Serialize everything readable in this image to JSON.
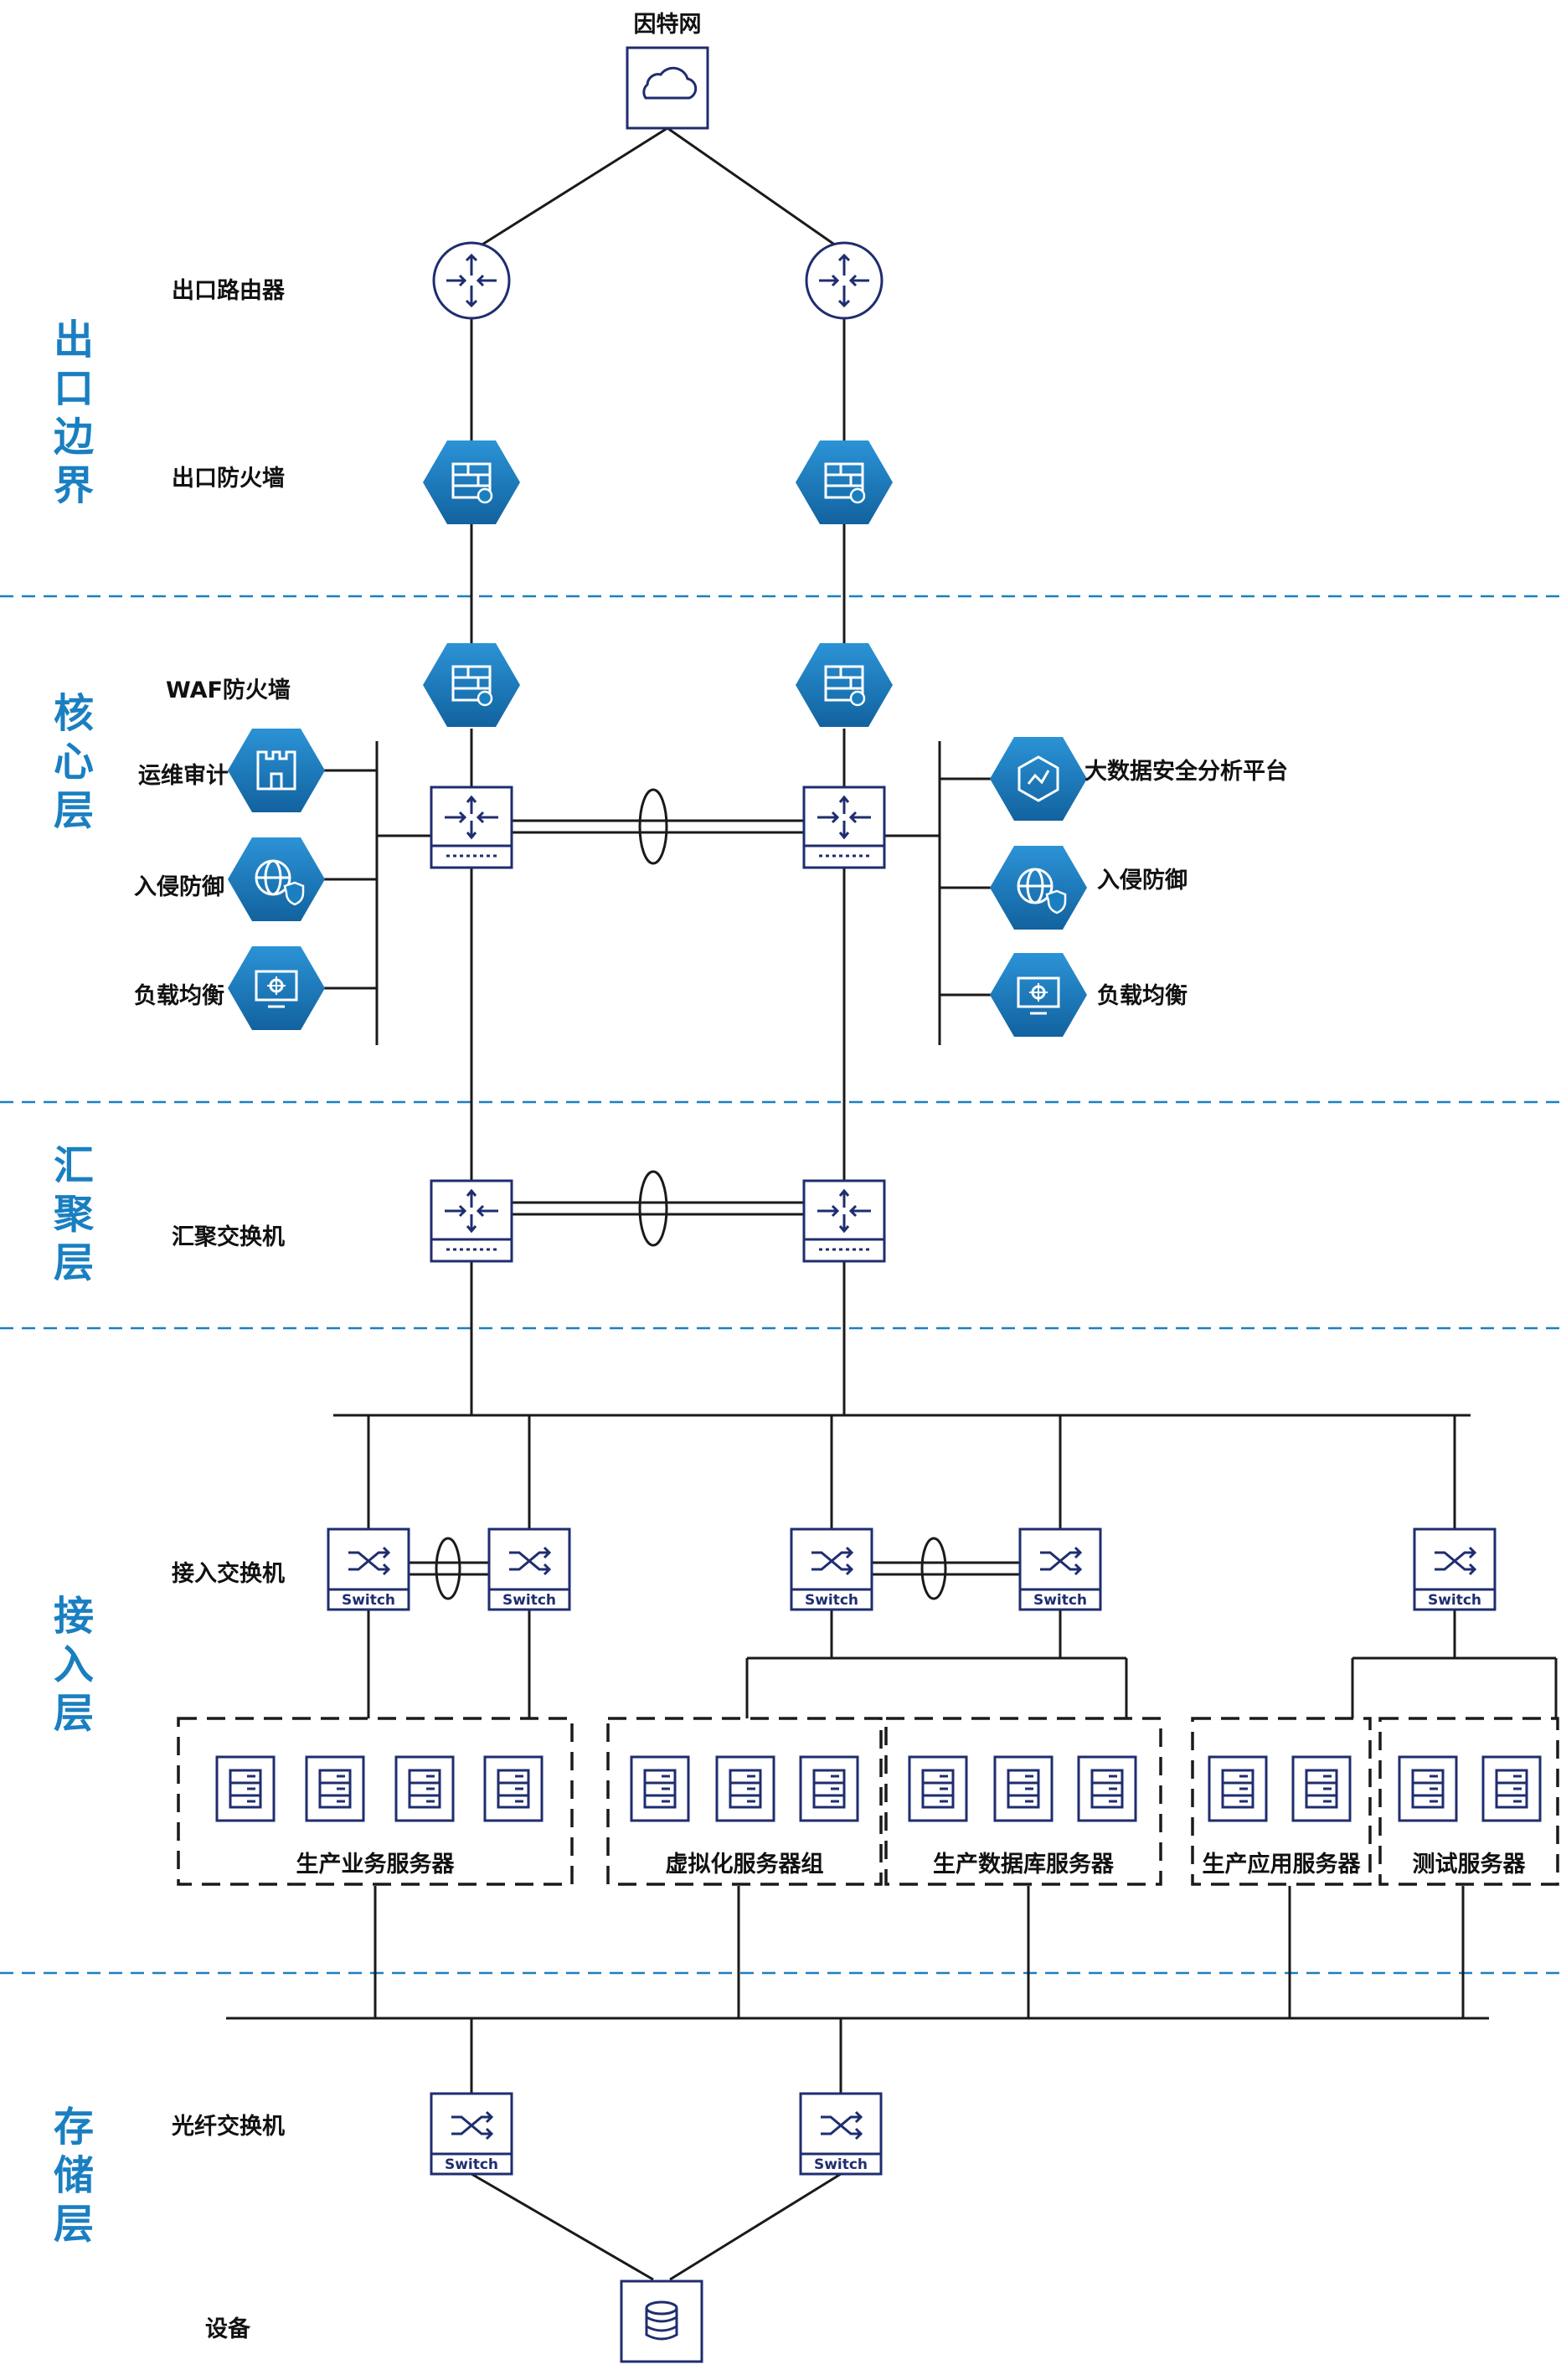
{
  "colors": {
    "layer_text": "#1a7fc1",
    "separator": "#1a7fc1",
    "device_outline": "#1f2d6f",
    "hex_fill": "#1a7fc1",
    "line": "#1a1a1a"
  },
  "internet": {
    "label": "因特网",
    "icon": "cloud-icon"
  },
  "edge": {
    "router_label": "出口路由器",
    "firewall_label": "出口防火墙"
  },
  "core": {
    "waf_label": "WAF防火墙",
    "left_devices": [
      "运维审计",
      "入侵防御",
      "负载均衡"
    ],
    "right_devices": [
      "大数据安全分析平台",
      "入侵防御",
      "负载均衡"
    ]
  },
  "aggregation": {
    "switch_label": "汇聚交换机"
  },
  "access": {
    "switch_label": "接入交换机",
    "switch_text": "Switch",
    "server_groups": [
      "生产业务服务器",
      "虚拟化服务器组",
      "生产数据库服务器",
      "生产应用服务器",
      "测试服务器"
    ]
  },
  "storage": {
    "fc_switch_label": "光纤交换机",
    "device_label": "设备"
  },
  "layers": {
    "edge": [
      "出",
      "口",
      "边",
      "界"
    ],
    "core": [
      "核",
      "心",
      "层"
    ],
    "aggregation": [
      "汇",
      "聚",
      "层"
    ],
    "access": [
      "接",
      "入",
      "层"
    ],
    "storage": [
      "存",
      "储",
      "层"
    ]
  }
}
